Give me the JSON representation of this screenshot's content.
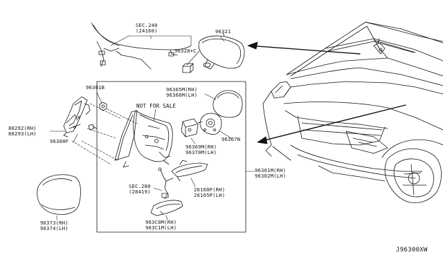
{
  "parts": {
    "sec240": {
      "line1": "SEC.240",
      "line2": "(24160)"
    },
    "p96321": "96321",
    "p96328c": "96328+C",
    "p96301b": "96301B",
    "p96365m": {
      "line1": "96365M(RH)",
      "line2": "96366M(LH)"
    },
    "not_for_sale": "NOT FOR SALE",
    "p80292": {
      "line1": "80292(RH)",
      "line2": "80293(LH)"
    },
    "p96300f": "96300F",
    "p96367n": "96367N",
    "p96369m": {
      "line1": "96369M(RH)",
      "line2": "96370M(LH)"
    },
    "p96301m": {
      "line1": "96301M(RH)",
      "line2": "96302M(LH)"
    },
    "sec280": {
      "line1": "SEC.280",
      "line2": "(28419)"
    },
    "p26160p": {
      "line1": "26160P(RH)",
      "line2": "26165P(LH)"
    },
    "p963c0m": {
      "line1": "963C0M(RH)",
      "line2": "963C1M(LH)"
    },
    "p96373": {
      "line1": "96373(RH)",
      "line2": "96374(LH)"
    }
  },
  "diagram_ref": "J96300XW",
  "colors": {
    "ink": "#111111",
    "paper": "#ffffff"
  }
}
